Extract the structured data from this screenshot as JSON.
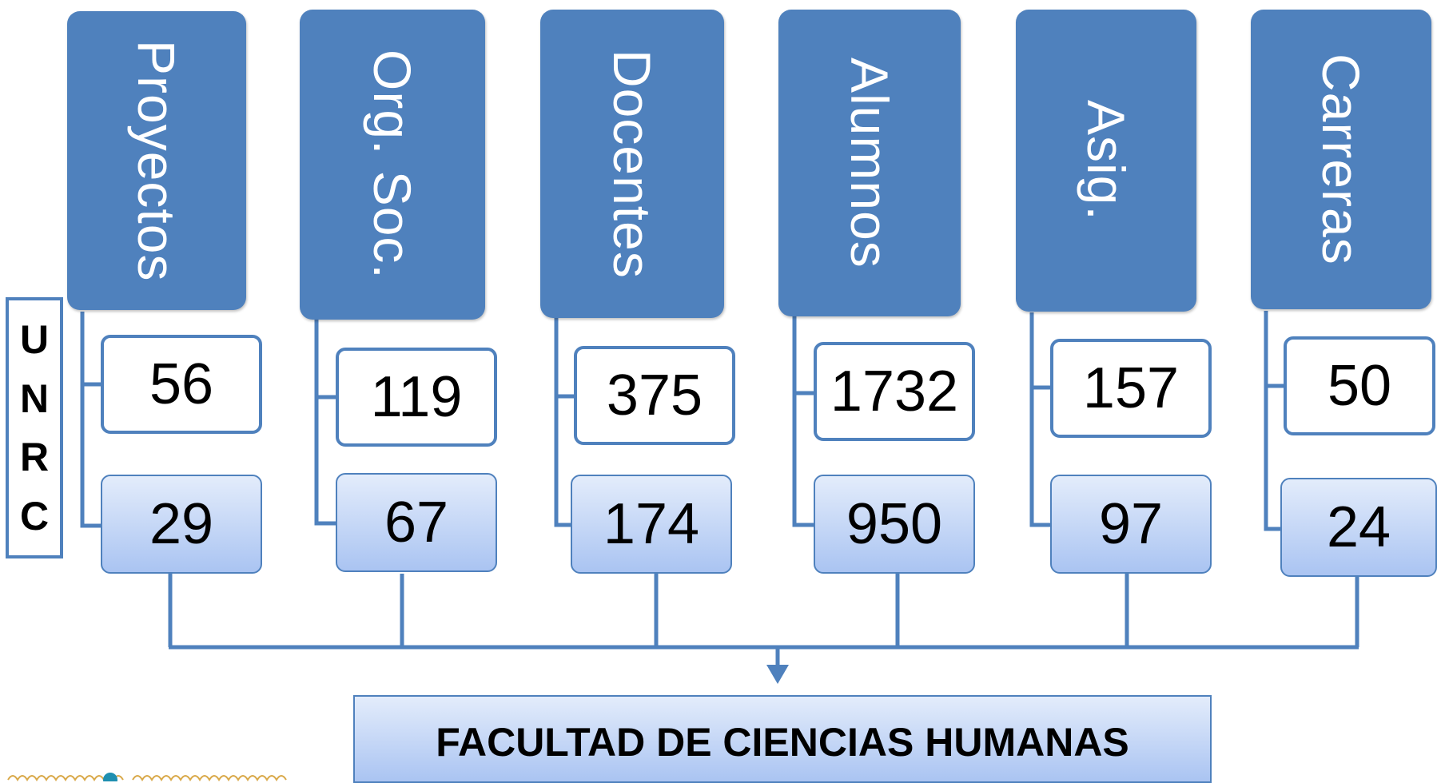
{
  "side_label": [
    "U",
    "N",
    "R",
    "C"
  ],
  "categories": [
    {
      "label": "Proyectos",
      "top_value": "56",
      "bottom_value": "29"
    },
    {
      "label": "Org. Soc.",
      "top_value": "119",
      "bottom_value": "67"
    },
    {
      "label": "Docentes",
      "top_value": "375",
      "bottom_value": "174"
    },
    {
      "label": "Alumnos",
      "top_value": "1732",
      "bottom_value": "950"
    },
    {
      "label": "Asig.",
      "top_value": "157",
      "bottom_value": "97"
    },
    {
      "label": "Carreras",
      "top_value": "50",
      "bottom_value": "24"
    }
  ],
  "target": "FACULTAD DE CIENCIAS HUMANAS",
  "colors": {
    "accent": "#4f81bd",
    "header_text": "#ffffff"
  }
}
